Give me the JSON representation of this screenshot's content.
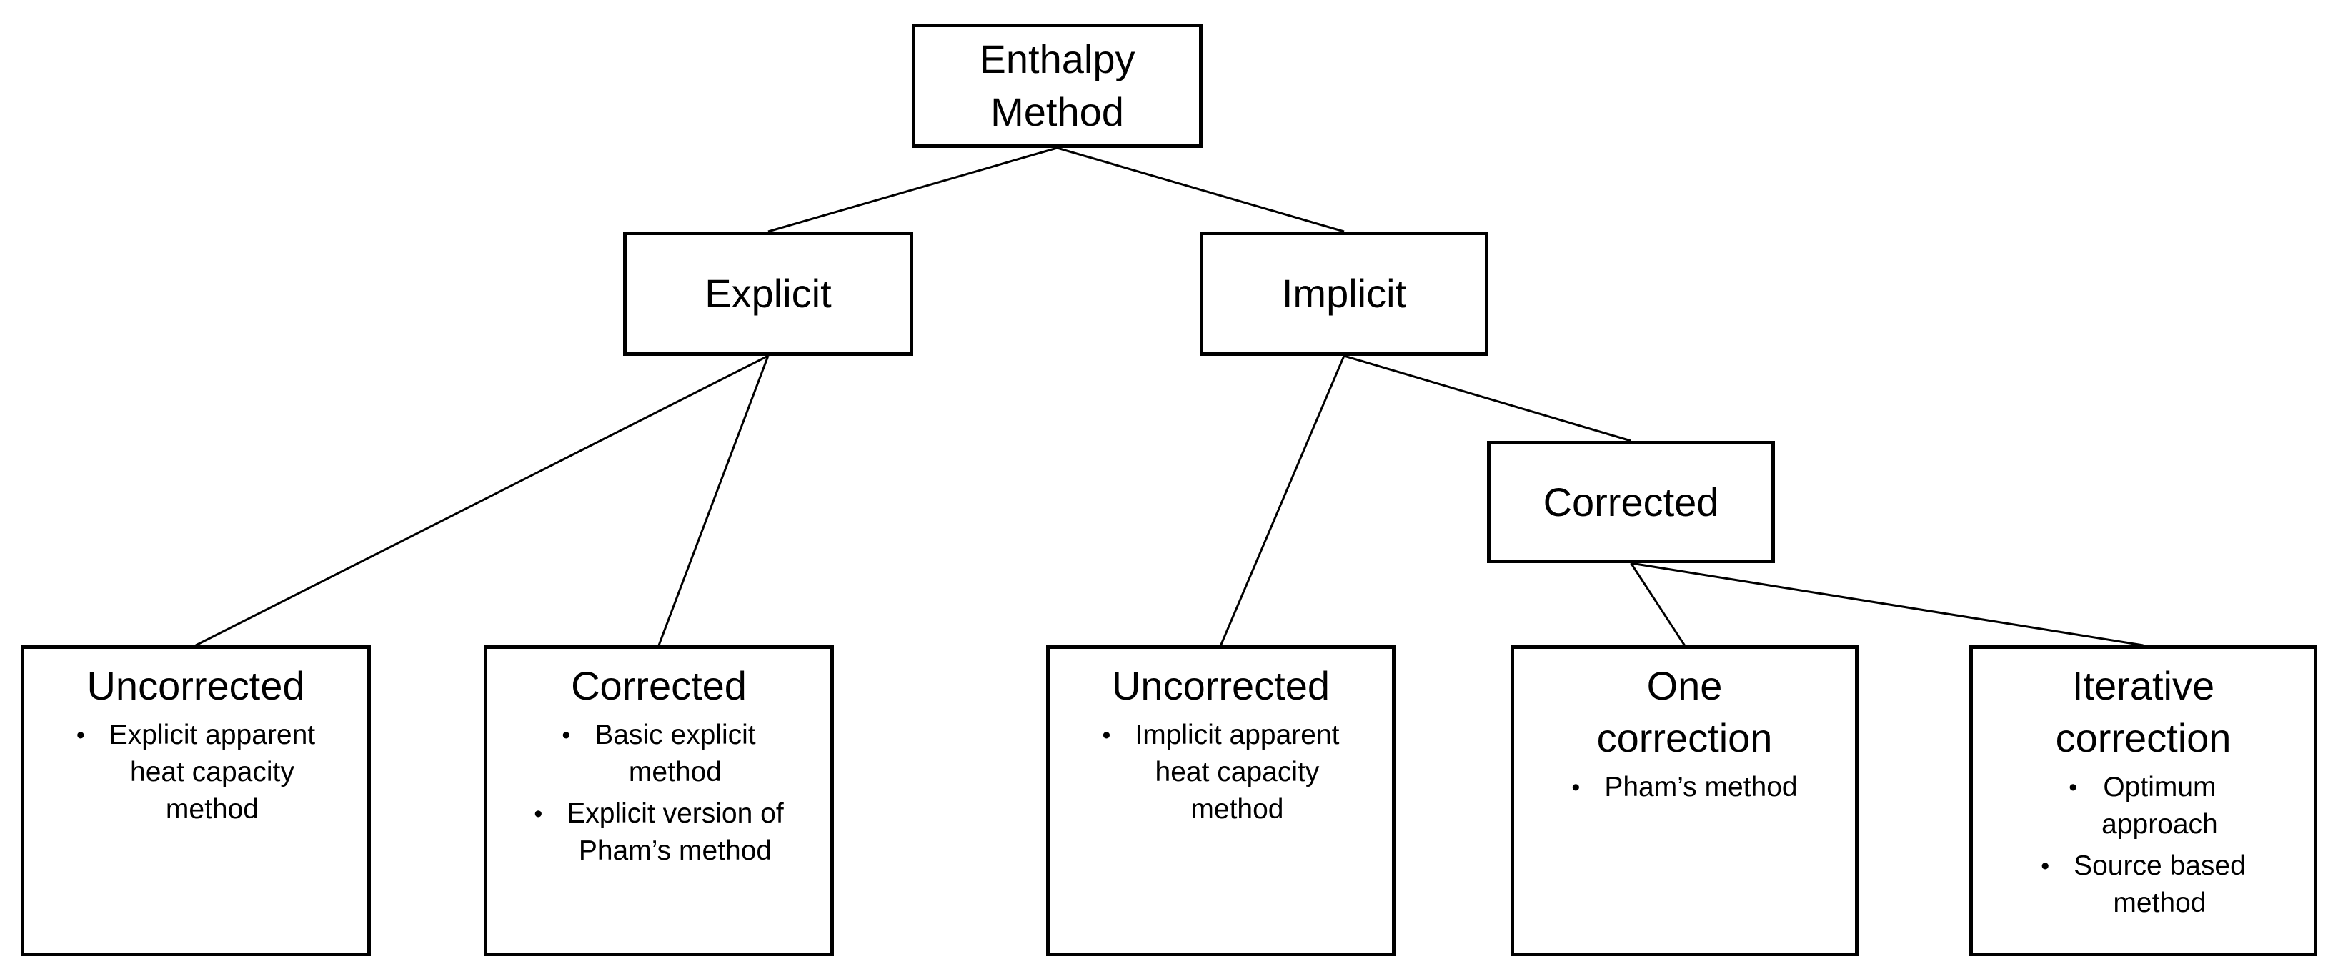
{
  "diagram_title": "Enthalpy Method classification tree",
  "bullet_char": "•",
  "colors": {
    "background": "#ffffff",
    "box_border": "#000000",
    "text": "#000000",
    "line": "#000000"
  },
  "nodes": {
    "root": {
      "label": "Enthalpy\nMethod"
    },
    "explicit": {
      "label": "Explicit"
    },
    "implicit": {
      "label": "Implicit"
    },
    "corrected": {
      "label": "Corrected"
    },
    "explicit_uncorrected": {
      "title": "Uncorrected",
      "bullets": [
        "Explicit apparent\nheat capacity\nmethod"
      ]
    },
    "explicit_corrected": {
      "title": "Corrected",
      "bullets": [
        "Basic explicit\nmethod",
        "Explicit version of\nPham’s method"
      ]
    },
    "implicit_uncorrected": {
      "title": "Uncorrected",
      "bullets": [
        "Implicit apparent\nheat capacity\nmethod"
      ]
    },
    "one_correction": {
      "title": "One\ncorrection",
      "bullets": [
        "Pham’s method"
      ]
    },
    "iterative_correction": {
      "title": "Iterative\ncorrection",
      "bullets": [
        "Optimum\napproach",
        "Source based\nmethod"
      ]
    }
  },
  "edges": [
    {
      "from": "root",
      "to": "explicit"
    },
    {
      "from": "root",
      "to": "implicit"
    },
    {
      "from": "explicit",
      "to": "explicit_uncorrected"
    },
    {
      "from": "explicit",
      "to": "explicit_corrected"
    },
    {
      "from": "implicit",
      "to": "implicit_uncorrected"
    },
    {
      "from": "implicit",
      "to": "corrected"
    },
    {
      "from": "corrected",
      "to": "one_correction"
    },
    {
      "from": "corrected",
      "to": "iterative_correction"
    }
  ]
}
